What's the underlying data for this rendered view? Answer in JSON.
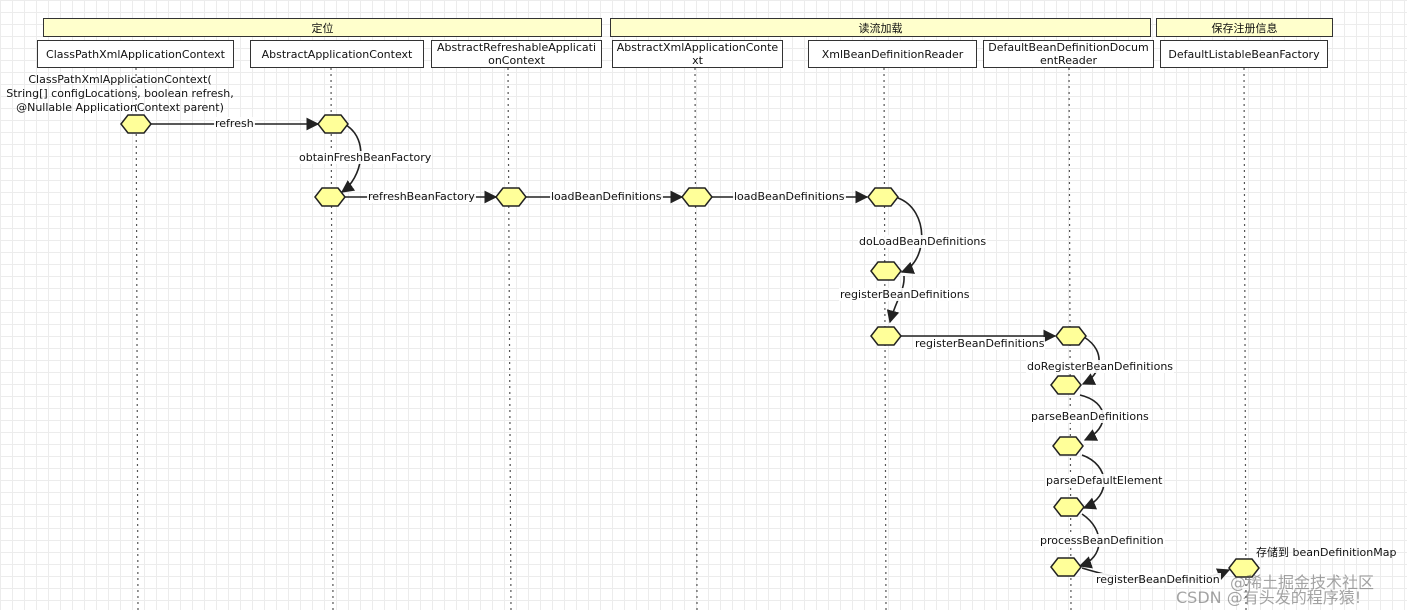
{
  "phases": {
    "locate": "定位",
    "load": "读流加载",
    "register": "保存注册信息"
  },
  "participants": [
    "ClassPathXmlApplicationContext",
    "AbstractApplicationContext",
    "AbstractRefreshableApplicationContext",
    "AbstractXmlApplicationContext",
    "XmlBeanDefinitionReader",
    "DefaultBeanDefinitionDocumentReader",
    "DefaultListableBeanFactory"
  ],
  "constructor_note": "ClassPathXmlApplicationContext(\nString[] configLocations, boolean refresh,\n@Nullable ApplicationContext parent)",
  "messages": {
    "refresh": "refresh",
    "obtain_fresh_bean_factory": "obtainFreshBeanFactory",
    "refresh_bean_factory": "refreshBeanFactory",
    "load_bean_definitions_1": "loadBeanDefinitions",
    "load_bean_definitions_2": "loadBeanDefinitions",
    "do_load_bean_definitions": "doLoadBeanDefinitions",
    "register_bean_definitions_self": "registerBeanDefinitions",
    "register_bean_definitions_call": "registerBeanDefinitions",
    "do_register_bean_definitions": "doRegisterBeanDefinitions",
    "parse_bean_definitions": "parseBeanDefinitions",
    "parse_default_element": "parseDefaultElement",
    "process_bean_definition": "processBeanDefinition",
    "register_bean_definition": "registerBeanDefinition"
  },
  "store_note": "存储到 beanDefinitionMap",
  "watermarks": {
    "line1": "@稀土掘金技术社区",
    "line2": "CSDN @有头发的程序猿!"
  }
}
